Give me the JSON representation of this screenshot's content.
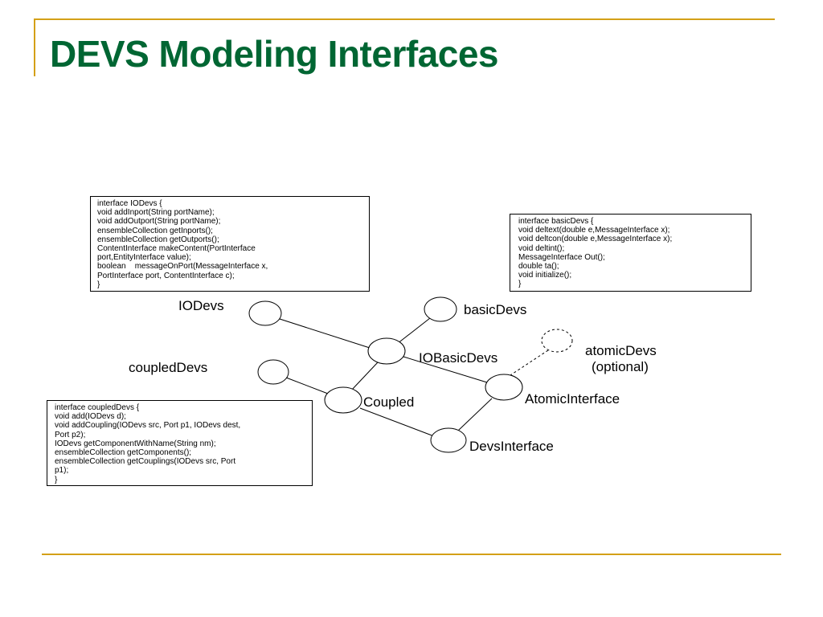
{
  "slide": {
    "title": "DEVS Modeling Interfaces",
    "accent_color": "#006633",
    "line_color": "#d4a017"
  },
  "nodes": {
    "iodevs": "IODevs",
    "basicdevs": "basicDevs",
    "iobasicdevs": "IOBasicDevs",
    "coupleddevs": "coupledDevs",
    "coupled": "Coupled",
    "atomicdevs_line1": "atomicDevs",
    "atomicdevs_line2": "(optional)",
    "atomicinterface": "AtomicInterface",
    "devsinterface": "DevsInterface"
  },
  "code_boxes": {
    "iodevs": [
      "interface IODevs {",
      "void addInport(String portName);",
      "void addOutport(String portName);",
      "ensembleCollection getInports();",
      "ensembleCollection getOutports();",
      "ContentInterface makeContent(PortInterface",
      "port,EntityInterface value);",
      "boolean    messageOnPort(MessageInterface x,",
      "PortInterface port, ContentInterface c);",
      "}"
    ],
    "basicdevs": [
      "interface basicDevs {",
      "void deltext(double e,MessageInterface x);",
      "void deltcon(double e,MessageInterface x);",
      "void deltint();",
      "MessageInterface Out();",
      "double ta();",
      "void initialize();",
      "}"
    ],
    "coupleddevs": [
      "interface coupledDevs {",
      "void add(IODevs d);",
      "void addCoupling(IODevs src, Port p1, IODevs dest,",
      "Port p2);",
      "IODevs getComponentWithName(String nm);",
      "ensembleCollection getComponents();",
      "ensembleCollection getCouplings(IODevs src, Port",
      "p1);",
      "}"
    ]
  }
}
